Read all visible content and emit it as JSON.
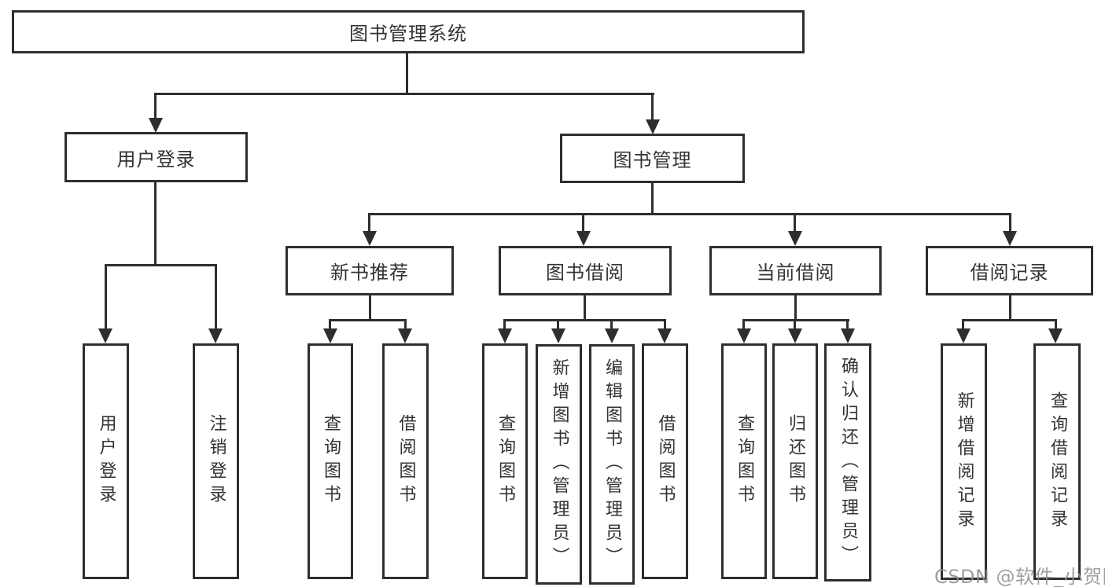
{
  "diagram": {
    "root": {
      "label": "图书管理系统"
    },
    "level1": [
      {
        "label": "用户登录"
      },
      {
        "label": "图书管理"
      }
    ],
    "level2": [
      {
        "label": "新书推荐"
      },
      {
        "label": "图书借阅"
      },
      {
        "label": "当前借阅"
      },
      {
        "label": "借阅记录"
      }
    ],
    "leaves": [
      {
        "label": "用户登录"
      },
      {
        "label": "注销登录"
      },
      {
        "label": "查询图书"
      },
      {
        "label": "借阅图书"
      },
      {
        "label": "查询图书"
      },
      {
        "label": "新增图书（管理员）"
      },
      {
        "label": "编辑图书（管理员）"
      },
      {
        "label": "借阅图书"
      },
      {
        "label": "查询图书"
      },
      {
        "label": "归还图书"
      },
      {
        "label": "确认归还（管理员）"
      },
      {
        "label": "新增借阅记录"
      },
      {
        "label": "查询借阅记录"
      }
    ]
  },
  "watermark": {
    "text": "CSDN @软件_小贺同学"
  },
  "colors": {
    "line": "#2e2e2e",
    "text": "#333333",
    "background": "#ffffff",
    "watermark": "#8f8f8f"
  }
}
